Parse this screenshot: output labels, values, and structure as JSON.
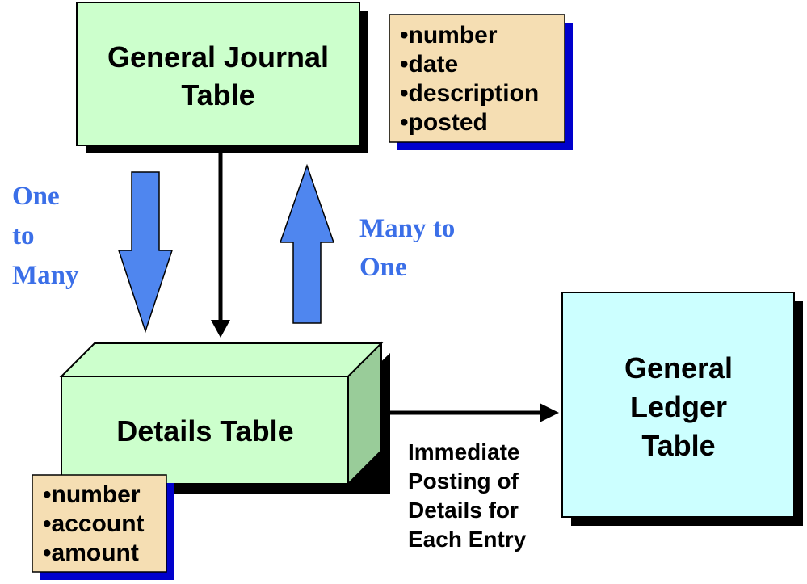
{
  "colors": {
    "table_fill": "#ccffcc",
    "table_side": "#99cc99",
    "ledger_fill": "#ccffff",
    "attr_fill": "#f5deb3",
    "shadow_dark": "#000000",
    "shadow_blue": "#0000cc",
    "relationship_arrow": "#4f86ef",
    "relationship_text": "#3b6fe8"
  },
  "general_journal": {
    "title_line1": "General Journal",
    "title_line2": "Table",
    "attributes": [
      "•number",
      "•date",
      "•description",
      "•posted"
    ]
  },
  "details": {
    "title": "Details Table",
    "attributes": [
      "•number",
      "•account",
      "•amount"
    ]
  },
  "general_ledger": {
    "title_line1": "General",
    "title_line2": "Ledger",
    "title_line3": "Table"
  },
  "relationships": {
    "one_to_many": [
      "One",
      "to",
      "Many"
    ],
    "many_to_one": [
      "Many to",
      "One"
    ]
  },
  "posting_label": [
    "Immediate",
    "Posting of",
    "Details for",
    "Each Entry"
  ]
}
